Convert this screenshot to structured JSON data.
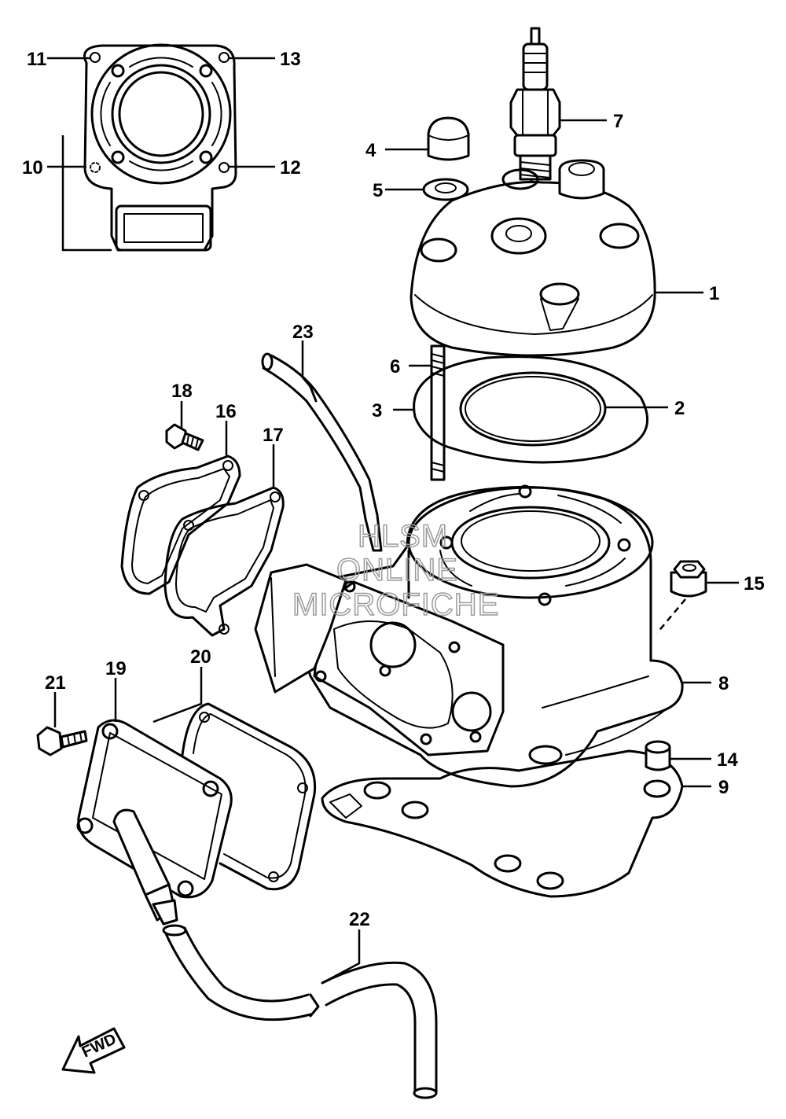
{
  "callouts": [
    {
      "id": "c1",
      "label": "1"
    },
    {
      "id": "c2",
      "label": "2"
    },
    {
      "id": "c3",
      "label": "3"
    },
    {
      "id": "c4",
      "label": "4"
    },
    {
      "id": "c5",
      "label": "5"
    },
    {
      "id": "c6",
      "label": "6"
    },
    {
      "id": "c7",
      "label": "7"
    },
    {
      "id": "c8",
      "label": "8"
    },
    {
      "id": "c9",
      "label": "9"
    },
    {
      "id": "c10",
      "label": "10"
    },
    {
      "id": "c11",
      "label": "11"
    },
    {
      "id": "c12",
      "label": "12"
    },
    {
      "id": "c13",
      "label": "13"
    },
    {
      "id": "c14",
      "label": "14"
    },
    {
      "id": "c15",
      "label": "15"
    },
    {
      "id": "c16",
      "label": "16"
    },
    {
      "id": "c17",
      "label": "17"
    },
    {
      "id": "c18",
      "label": "18"
    },
    {
      "id": "c19",
      "label": "19"
    },
    {
      "id": "c20",
      "label": "20"
    },
    {
      "id": "c21",
      "label": "21"
    },
    {
      "id": "c22",
      "label": "22"
    },
    {
      "id": "c23",
      "label": "23"
    }
  ],
  "watermark": {
    "line1": "HLSM",
    "line2": "ONLINE",
    "line3": "MICROFICHE"
  },
  "direction_arrow": {
    "label": "FWD"
  }
}
